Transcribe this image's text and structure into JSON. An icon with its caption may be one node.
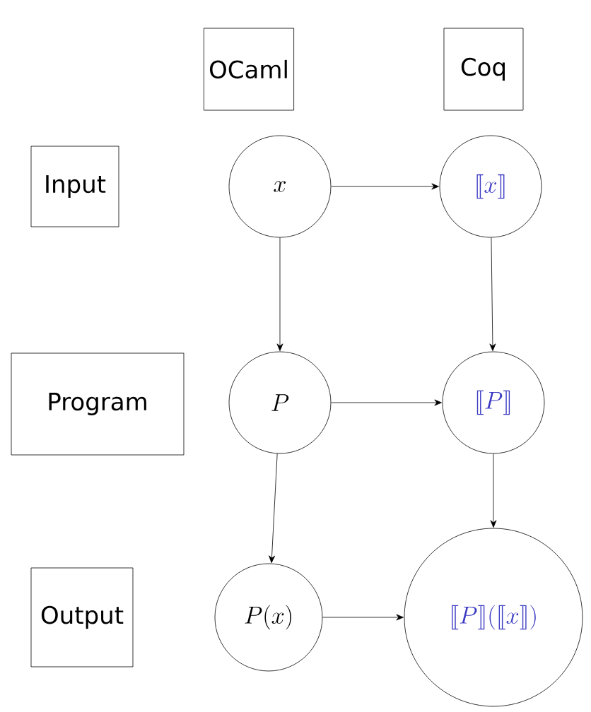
{
  "diagram": {
    "nodes": [
      {
        "text": [
          "OCaml"
        ]
      },
      {
        "text": [
          "Coq"
        ]
      },
      {
        "text": [
          "Input"
        ]
      },
      {
        "text": [
          "x"
        ]
      },
      {
        "text": [
          "\\llbracket x\\rrbracket"
        ]
      },
      {
        "text": [
          "Program"
        ]
      },
      {
        "text": [
          "P"
        ]
      },
      {
        "text": [
          "\\llbracket P\\rrbracket"
        ]
      },
      {
        "text": [
          "Output"
        ]
      },
      {
        "text": [
          "P(x)"
        ]
      },
      {
        "text": [
          "\\llbracket P\\rrbracket(\\llbracket x\\rrbracket)"
        ]
      }
    ],
    "edges": [
      {
        "from": 3,
        "to": 4,
        "arrow": "to"
      },
      {
        "from": 3,
        "to": 6,
        "arrow": "to"
      },
      {
        "from": 4,
        "to": 7,
        "arrow": "to"
      },
      {
        "from": 6,
        "to": 7,
        "arrow": "to"
      },
      {
        "from": 6,
        "to": 9,
        "arrow": "to"
      },
      {
        "from": 7,
        "to": 10,
        "arrow": "to"
      },
      {
        "from": 9,
        "to": 10,
        "arrow": "to"
      }
    ]
  }
}
